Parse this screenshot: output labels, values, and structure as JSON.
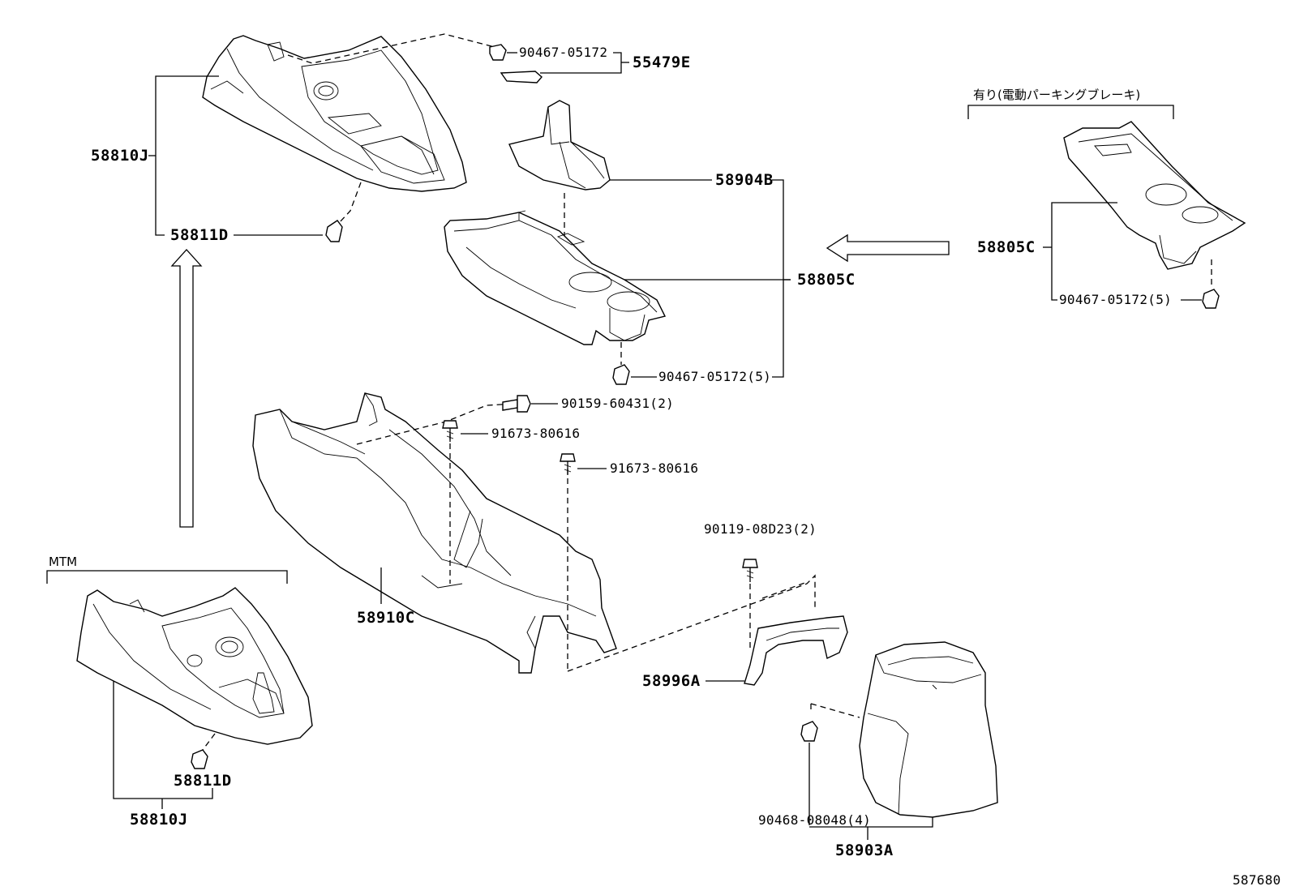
{
  "diagram_id": "587680",
  "notes": {
    "electric_parking_brake": "有り(電動パーキングブレーキ)",
    "mtm": "MTM"
  },
  "labels": {
    "p58810J_top": "58810J",
    "p58811D_top": "58811D",
    "p90467_top": "90467-05172",
    "p55479E": "55479E",
    "p58904B": "58904B",
    "p58805C_mid": "58805C",
    "p90467_mid": "90467-05172(5)",
    "p58805C_right": "58805C",
    "p90467_right": "90467-05172(5)",
    "p90159": "90159-60431(2)",
    "p91673_a": "91673-80616",
    "p91673_b": "91673-80616",
    "p90119": "90119-08D23(2)",
    "p58910C": "58910C",
    "p58996A": "58996A",
    "p90468": "90468-08048(4)",
    "p58903A": "58903A",
    "p58811D_mtm": "58811D",
    "p58810J_mtm": "58810J"
  }
}
